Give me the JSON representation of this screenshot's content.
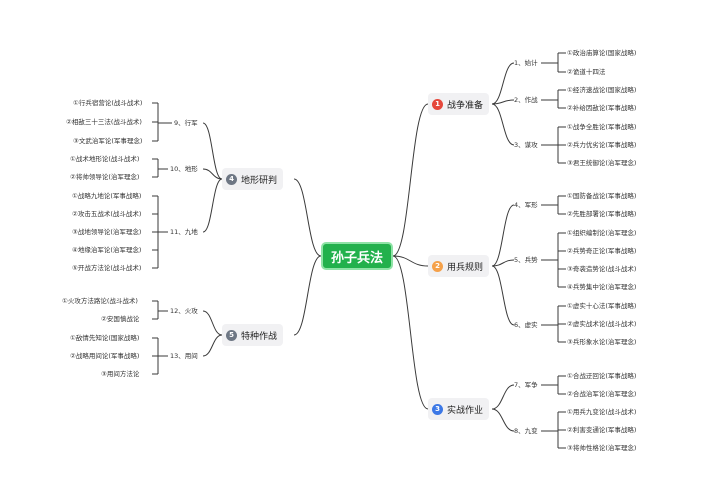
{
  "title": "孙子兵法",
  "colors": {
    "root": "#22b14c",
    "line": "#3a3a3a",
    "badge_red": "#e5483c",
    "badge_orange": "#f5a14a",
    "badge_blue": "#3c78e6",
    "badge_gray": "#6e7784"
  },
  "branches": {
    "zhanzheng": {
      "num": "1",
      "label": "战争准备",
      "subs": [
        {
          "label": "1、始计",
          "leaves": [
            "①政治庙算论(国家战略)",
            "②诡道十四法"
          ]
        },
        {
          "label": "2、作战",
          "leaves": [
            "①经济速战论(国家战略)",
            "②补给因敌论(军事战略)"
          ]
        },
        {
          "label": "3、谋攻",
          "leaves": [
            "①战争全胜论(军事战略)",
            "②兵力优劣论(军事战略)",
            "③君王统御论(治军理念)"
          ]
        }
      ]
    },
    "yongbing": {
      "num": "2",
      "label": "用兵规则",
      "subs": [
        {
          "label": "4、军形",
          "leaves": [
            "①国防备战论(军事战略)",
            "②先胜部署论(军事战略)"
          ]
        },
        {
          "label": "5、兵势",
          "leaves": [
            "①组织编制论(治军理念)",
            "②兵势奇正论(军事战略)",
            "③奇袭造势论(战斗战术)",
            "④兵势集中论(治军理念)"
          ]
        },
        {
          "label": "6、虚实",
          "leaves": [
            "①虚实十心法(军事战略)",
            "②虚实战术论(战斗战术)",
            "③兵形象水论(治军理念)"
          ]
        }
      ]
    },
    "shizhan": {
      "num": "3",
      "label": "实战作业",
      "subs": [
        {
          "label": "7、军争",
          "leaves": [
            "①合战迂回论(军事战略)",
            "②合战治军论(治军理念)"
          ]
        },
        {
          "label": "8、九变",
          "leaves": [
            "①用兵九变论(战斗战术)",
            "②利害变通论(军事战略)",
            "③将帅性格论(治军理念)"
          ]
        }
      ]
    },
    "dixing": {
      "num": "4",
      "label": "地形研判",
      "subs": [
        {
          "label": "9、行军",
          "leaves": [
            "①行兵宿营论(战斗战术)",
            "②相敌三十三法(战斗战术)",
            "③文武治军论(军事理念)"
          ]
        },
        {
          "label": "10、地形",
          "leaves": [
            "①战术地形论(战斗战术)",
            "②将帅领导论(治军理念)"
          ]
        },
        {
          "label": "11、九地",
          "leaves": [
            "①战略九地论(军事战略)",
            "②攻击五战术(战斗战术)",
            "③战地领导论(治军理念)",
            "④地缘治军论(治军理念)",
            "⑤开战方法论(战斗战术)"
          ]
        }
      ]
    },
    "tezhong": {
      "num": "5",
      "label": "特种作战",
      "subs": [
        {
          "label": "12、火攻",
          "leaves": [
            "①火攻方法路论(战斗战术)",
            "②安国慎战论"
          ]
        },
        {
          "label": "13、用间",
          "leaves": [
            "①敌情先知论(国家战略)",
            "②战略用间论(军事战略)",
            "③用间方法论"
          ]
        }
      ]
    }
  }
}
